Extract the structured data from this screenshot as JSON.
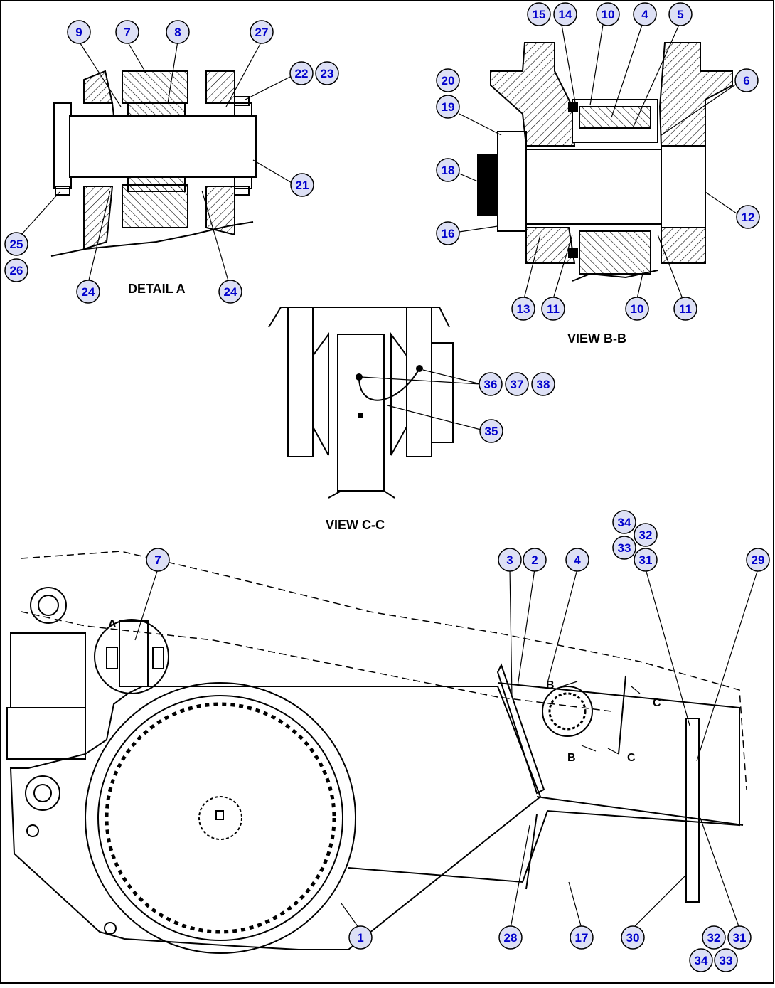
{
  "views": {
    "detail_a": "DETAIL A",
    "view_bb": "VIEW B-B",
    "view_cc": "VIEW C-C"
  },
  "section_marks": {
    "a": "A",
    "b": "B",
    "c": "C"
  },
  "callouts": {
    "d_9": "9",
    "d_7": "7",
    "d_8": "8",
    "d_27": "27",
    "d_22": "22",
    "d_23": "23",
    "d_21": "21",
    "d_25": "25",
    "d_26": "26",
    "d_24a": "24",
    "d_24b": "24",
    "b_15": "15",
    "b_14": "14",
    "b_10a": "10",
    "b_4": "4",
    "b_5": "5",
    "b_20": "20",
    "b_6": "6",
    "b_19": "19",
    "b_18": "18",
    "b_12": "12",
    "b_16": "16",
    "b_13": "13",
    "b_11a": "11",
    "b_10b": "10",
    "b_11b": "11",
    "c_36": "36",
    "c_37": "37",
    "c_38": "38",
    "c_35": "35",
    "m_7": "7",
    "m_34a": "34",
    "m_32a": "32",
    "m_33a": "33",
    "m_31a": "31",
    "m_3": "3",
    "m_2": "2",
    "m_4": "4",
    "m_29": "29",
    "m_1": "1",
    "m_28": "28",
    "m_17": "17",
    "m_30": "30",
    "m_32b": "32",
    "m_31b": "31",
    "m_34b": "34",
    "m_33b": "33"
  },
  "colors": {
    "callout_circle": "#dde0f5",
    "callout_text": "#0000cc",
    "line": "#000000"
  }
}
